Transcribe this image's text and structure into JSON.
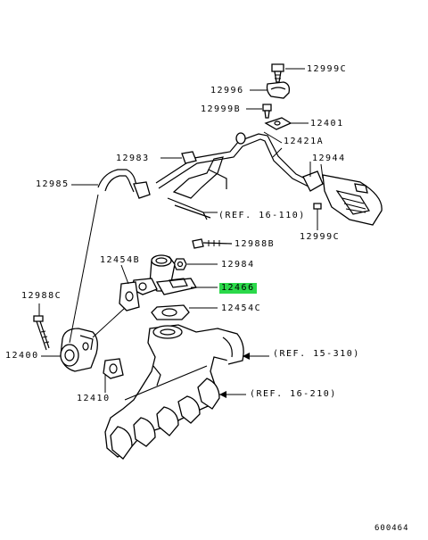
{
  "labels": {
    "l12999c_top": "12999C",
    "l12996": "12996",
    "l12999b": "12999B",
    "l12401": "12401",
    "l12421a": "12421A",
    "l12983": "12983",
    "l12944": "12944",
    "l12985": "12985",
    "ref16110": "(REF. 16-110)",
    "l12999c_bot": "12999C",
    "l12988b": "12988B",
    "l12454b": "12454B",
    "l12984": "12984",
    "l12466": "12466",
    "l12988c": "12988C",
    "l12454c": "12454C",
    "ref15310": "(REF. 15-310)",
    "l12400": "12400",
    "ref16210": "(REF. 16-210)",
    "l12410": "12410",
    "code": "600464"
  },
  "highlight_color": "#2bd94a"
}
